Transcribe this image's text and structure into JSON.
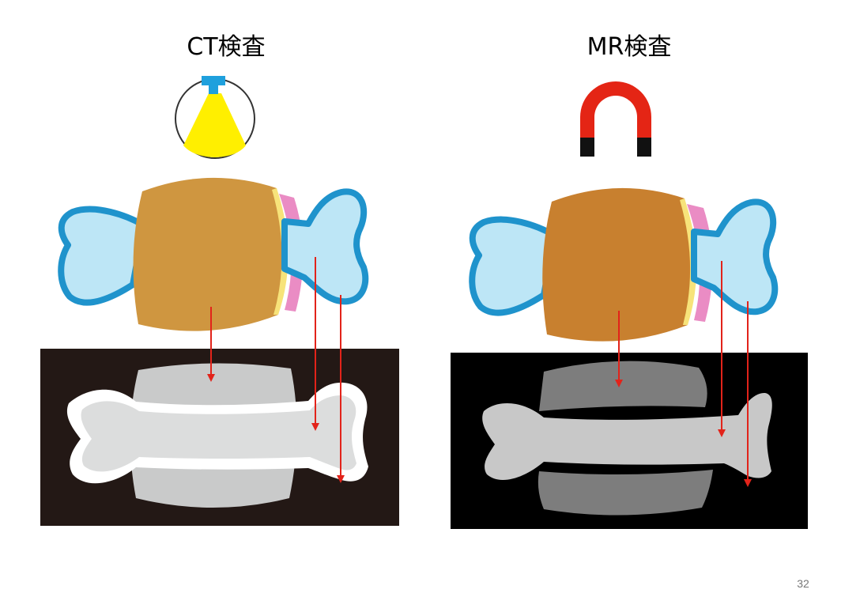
{
  "ct": {
    "title": "CT検査"
  },
  "mr": {
    "title": "MR検査"
  },
  "page_number": "32",
  "colors": {
    "bone_fill": "#bde6f6",
    "bone_outline": "#1f93cc",
    "muscle_ct": "#cf9640",
    "muscle_mr": "#c8802f",
    "marrow": "#ea8cc4",
    "cartilage": "#f7e37a",
    "arrow": "#e2231a",
    "xray_beam": "#ffef00",
    "xray_source": "#1fa0dd",
    "magnet": "#e42515",
    "magnet_pole": "#111111",
    "ct_background": "#231815",
    "mr_background": "#000000",
    "ct_soft_tissue": "#c9caca",
    "ct_cortex": "#ffffff",
    "ct_bone_interior": "#dcdddd",
    "mr_soft_tissue": "#7d7d7d",
    "mr_bone": "#c8c8c8"
  }
}
